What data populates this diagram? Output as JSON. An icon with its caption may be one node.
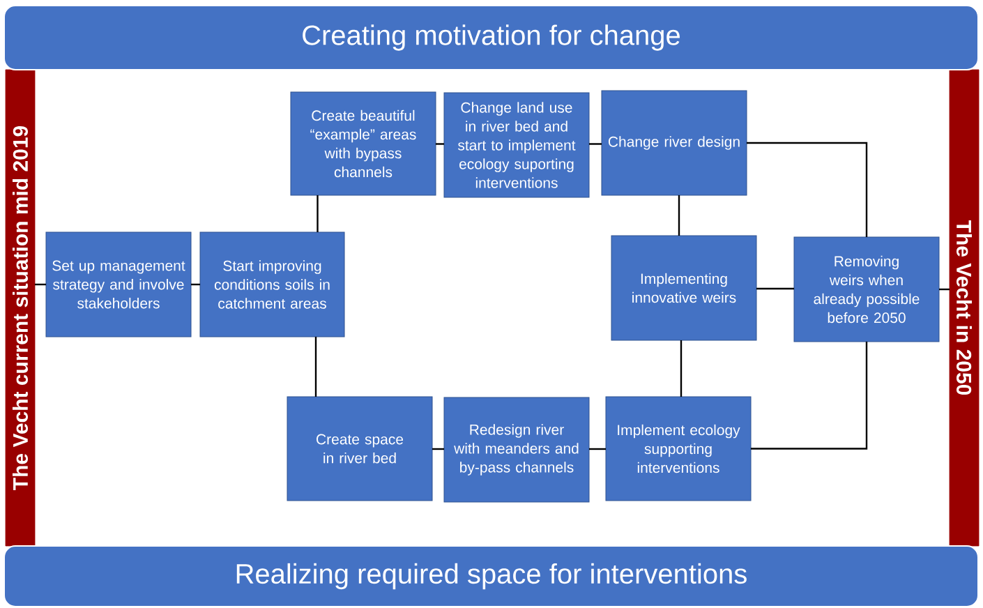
{
  "diagram": {
    "nodes": [
      {
        "text": [
          "Creating motivation for change"
        ]
      },
      {
        "text": [
          "Realizing required space for interventions"
        ]
      },
      {
        "text": [
          "The Vecht current situation mid 2019"
        ]
      },
      {
        "text": [
          "The Vecht in 2050"
        ]
      },
      {
        "text": [
          "Set up management strategy and involve stakeholders"
        ]
      },
      {
        "text": [
          "Start improving conditions soils in catchment areas"
        ]
      },
      {
        "text": [
          "Create beautiful “example” areas with bypass channels"
        ]
      },
      {
        "text": [
          "Change land use in river bed and start to implement ecology suporting interventions"
        ]
      },
      {
        "text": [
          "Change river design"
        ]
      },
      {
        "text": [
          "Implementing innovative weirs"
        ]
      },
      {
        "text": [
          "Removing weirs when already possible before 2050"
        ]
      },
      {
        "text": [
          "Create space in river bed"
        ]
      },
      {
        "text": [
          "Redesign river with meanders and by-pass channels"
        ]
      },
      {
        "text": [
          "Implement ecology supporting interventions"
        ]
      }
    ],
    "edges": [
      {
        "from": 2,
        "to": 4,
        "arrow": "none"
      },
      {
        "from": 4,
        "to": 5,
        "arrow": "none"
      },
      {
        "from": 5,
        "to": 6,
        "arrow": "none"
      },
      {
        "from": 5,
        "to": 11,
        "arrow": "none"
      },
      {
        "from": 6,
        "to": 7,
        "arrow": "none"
      },
      {
        "from": 7,
        "to": 8,
        "arrow": "none"
      },
      {
        "from": 8,
        "to": 9,
        "arrow": "none"
      },
      {
        "from": 8,
        "to": 10,
        "arrow": "none"
      },
      {
        "from": 9,
        "to": 10,
        "arrow": "none"
      },
      {
        "from": 9,
        "to": 13,
        "arrow": "none"
      },
      {
        "from": 11,
        "to": 12,
        "arrow": "none"
      },
      {
        "from": 12,
        "to": 13,
        "arrow": "none"
      },
      {
        "from": 13,
        "to": 10,
        "arrow": "none"
      },
      {
        "from": 10,
        "to": 3,
        "arrow": "none"
      }
    ]
  }
}
